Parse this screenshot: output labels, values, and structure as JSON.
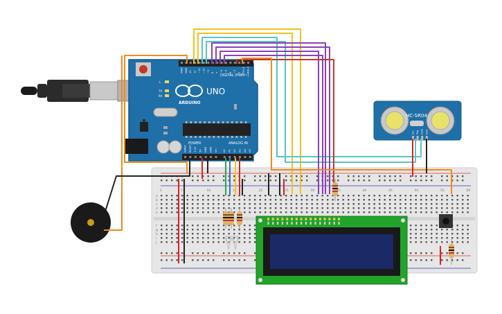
{
  "arduino": {
    "brand": "ARDUINO",
    "model": "UNO",
    "digital_label": "DIGITAL (PWM~)",
    "analog_label": "ANALOG IN",
    "power_label": "POWER",
    "led_labels": [
      "L",
      "TX",
      "RX"
    ],
    "digital_pins": [
      "AREF",
      "GND",
      "13",
      "12",
      "~11",
      "~10",
      "~9",
      "8",
      "7",
      "~6",
      "~5",
      "4",
      "~3",
      "2",
      "TX→1",
      "RX←0"
    ],
    "power_pins": [
      "IOREF",
      "RESET",
      "3.3V",
      "5V",
      "GND",
      "GND",
      "Vin"
    ],
    "analog_pins": [
      "A0",
      "A1",
      "A2",
      "A3",
      "A4",
      "A5"
    ]
  },
  "sensor": {
    "name": "HC-SR04",
    "pins": [
      "Vcc",
      "Trig",
      "Echo",
      "Gnd"
    ]
  },
  "breadboard": {
    "column_numbers": [
      "1",
      "5",
      "10",
      "15",
      "20",
      "25",
      "30",
      "35",
      "40",
      "45",
      "50",
      "55",
      "60"
    ],
    "row_letters_top": [
      "a",
      "b",
      "c",
      "d",
      "e"
    ],
    "row_letters_bottom": [
      "f",
      "g",
      "h",
      "i",
      "j"
    ]
  },
  "colors": {
    "board": "#1f6fa8",
    "breadboard": "#e8e8e8",
    "lcd_pcb": "#22a32a",
    "lcd_screen": "#1b2a66",
    "wire_yellow": "#f1c21b",
    "wire_cyan": "#57c3c9",
    "wire_purple": "#8a3fb8",
    "wire_orange": "#f08a1c",
    "wire_red": "#e01f1f",
    "wire_black": "#222222",
    "wire_green": "#27a844",
    "wire_blue": "#3a6fd8"
  }
}
